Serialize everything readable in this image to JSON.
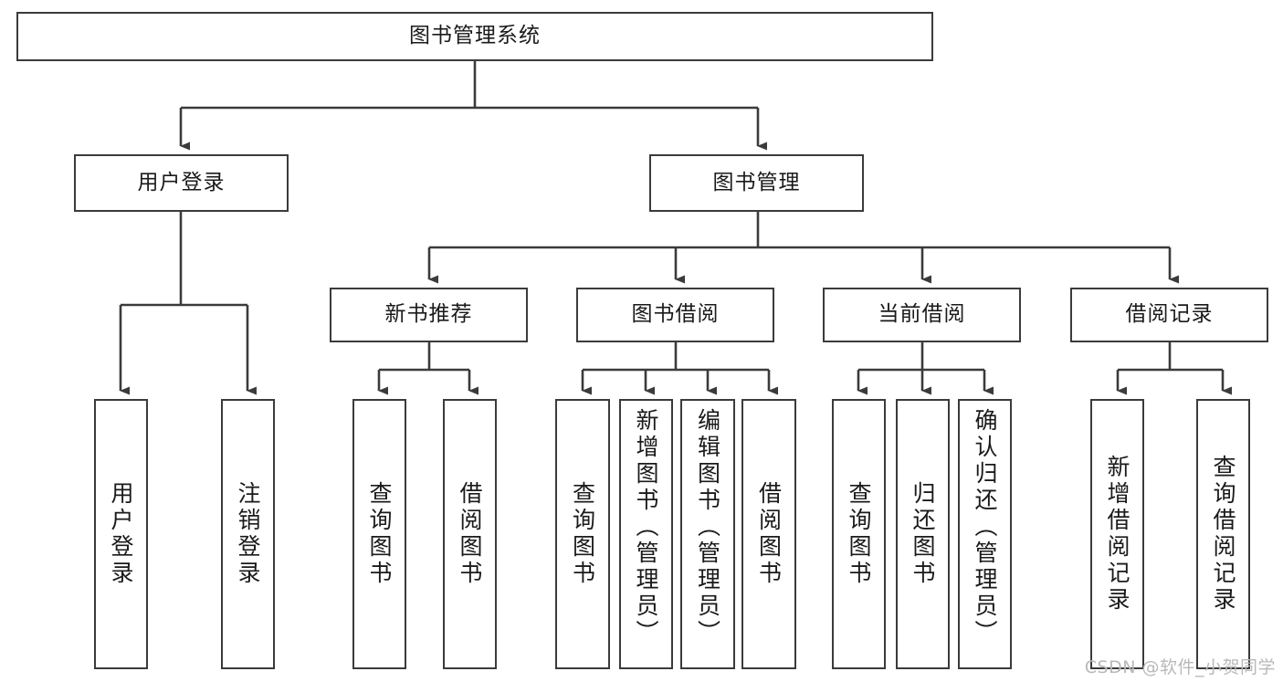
{
  "diagram": {
    "title": "图书管理系统",
    "type": "tree",
    "watermark": "CSDN @软件_小贺同学",
    "nodes": {
      "root": {
        "label": "图书管理系统"
      },
      "lvl2": [
        {
          "label": "用户登录"
        },
        {
          "label": "图书管理"
        }
      ],
      "lvl3": [
        {
          "label": "新书推荐"
        },
        {
          "label": "图书借阅"
        },
        {
          "label": "当前借阅"
        },
        {
          "label": "借阅记录"
        }
      ],
      "leaves": [
        {
          "label": "用户登录",
          "parent": "用户登录"
        },
        {
          "label": "注销登录",
          "parent": "用户登录"
        },
        {
          "label": "查询图书",
          "parent": "新书推荐"
        },
        {
          "label": "借阅图书",
          "parent": "新书推荐"
        },
        {
          "label": "查询图书",
          "parent": "图书借阅"
        },
        {
          "label": "新增图书（管理员）",
          "parent": "图书借阅"
        },
        {
          "label": "编辑图书（管理员）",
          "parent": "图书借阅"
        },
        {
          "label": "借阅图书",
          "parent": "图书借阅"
        },
        {
          "label": "查询图书",
          "parent": "当前借阅"
        },
        {
          "label": "归还图书",
          "parent": "当前借阅"
        },
        {
          "label": "确认归还（管理员）",
          "parent": "当前借阅"
        },
        {
          "label": "新增借阅记录",
          "parent": "借阅记录"
        },
        {
          "label": "查询借阅记录",
          "parent": "借阅记录"
        }
      ]
    },
    "colors": {
      "stroke": "#3b3b3b",
      "fill": "#ffffff",
      "text": "#1a1a1a",
      "watermark": "#b9b9b9"
    }
  }
}
